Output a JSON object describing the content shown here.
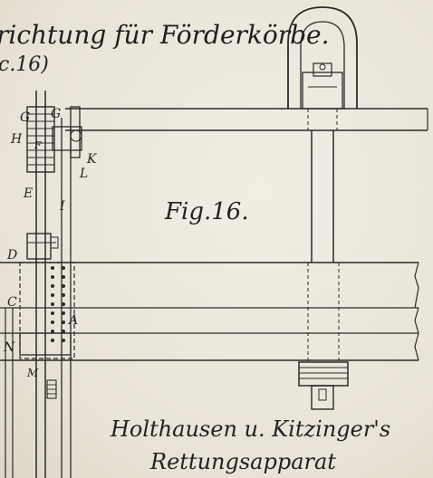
{
  "header": {
    "title": "richtung für Förderkörbe.",
    "ref": "c.16)"
  },
  "figure": {
    "label": "Fig.16."
  },
  "caption": {
    "line1": "Holthausen u. Kitzinger's",
    "line2": "Rettungsapparat"
  },
  "parts": {
    "G1": "G",
    "G2": "G",
    "H": "H",
    "F": "F",
    "K": "K",
    "L": "L",
    "E": "E",
    "I": "I",
    "D": "D",
    "C": "C",
    "A": "A",
    "N": "N",
    "M": "M"
  },
  "colors": {
    "ink": "#2a2a2a",
    "paper": "#ece8dc"
  }
}
